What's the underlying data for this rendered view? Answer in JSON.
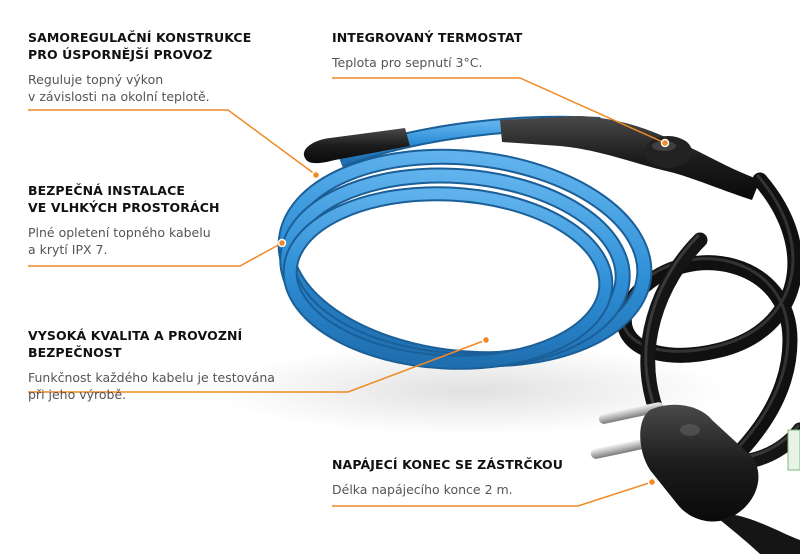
{
  "colors": {
    "accent": "#f08a24",
    "cable_blue": "#2f8fd6",
    "cable_blue_dark": "#1f6fb0",
    "cable_black": "#1c1c1c"
  },
  "callouts": [
    {
      "id": "self-regulating",
      "title_lines": [
        "SAMOREGULAČNÍ KONSTRUKCE",
        "PRO ÚSPORNĚJŠÍ PROVOZ"
      ],
      "text_lines": [
        "Reguluje topný výkon",
        "v závislosti na okolní teplotě."
      ]
    },
    {
      "id": "thermostat",
      "title_lines": [
        "INTEGROVANÝ TERMOSTAT"
      ],
      "text_lines": [
        "Teplota pro sepnutí 3°C."
      ]
    },
    {
      "id": "safe-install",
      "title_lines": [
        "BEZPEČNÁ INSTALACE",
        "VE VLHKÝCH PROSTORÁCH"
      ],
      "text_lines": [
        "Plné opletení topného kabelu",
        "a krytí IPX 7."
      ]
    },
    {
      "id": "quality",
      "title_lines": [
        "VYSOKÁ KVALITA A PROVOZNÍ BEZPEČNOST"
      ],
      "text_lines": [
        "Funkčnost každého kabelu je testována",
        "při jeho výrobě."
      ]
    },
    {
      "id": "power-end",
      "title_lines": [
        "NAPÁJECÍ KONEC SE ZÁSTRČKOU"
      ],
      "text_lines": [
        "Délka napájecího konce 2 m."
      ]
    }
  ]
}
